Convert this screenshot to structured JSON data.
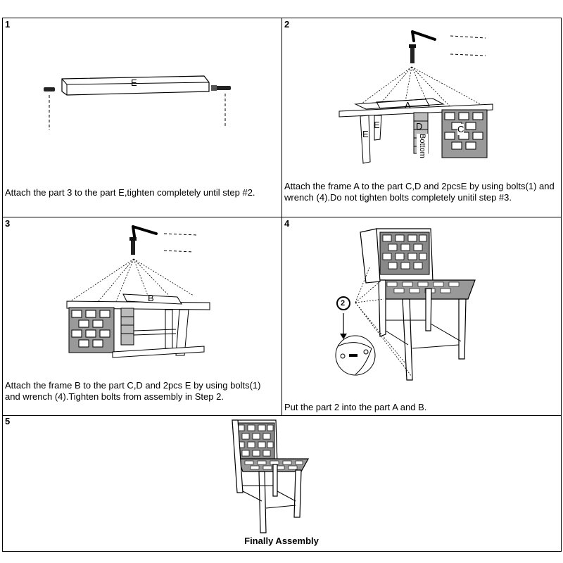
{
  "steps": [
    {
      "number": "1",
      "text": "Attach the part 3 to the part E,tighten completely until step #2."
    },
    {
      "number": "2",
      "text": "Attach the frame A to the part C,D and 2pcsE by using bolts(1) and wrench (4).Do not tighten bolts completely unitil step #3."
    },
    {
      "number": "3",
      "text": "Attach the frame B to the part C,D and 2pcs E by using bolts(1) and wrench (4).Tighten bolts from assembly in Step 2."
    },
    {
      "number": "4",
      "text": "Put the part 2 into the part A and B."
    },
    {
      "number": "5",
      "text": "Finally Assembly"
    }
  ],
  "labels": {
    "part_e": "E",
    "part_a": "A",
    "part_b": "B",
    "part_c": "C",
    "part_d": "D",
    "bottom": "Bottom",
    "callout_2": "2"
  }
}
